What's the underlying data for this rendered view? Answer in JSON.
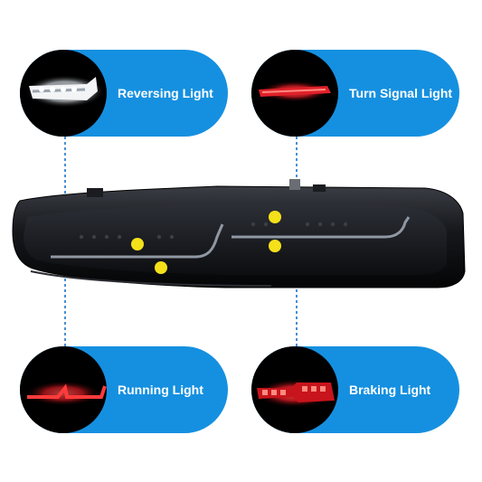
{
  "callouts": {
    "reversing": {
      "label": "Reversing Light"
    },
    "turn_signal": {
      "label": "Turn Signal Light"
    },
    "running": {
      "label": "Running Light"
    },
    "braking": {
      "label": "Braking Light"
    }
  },
  "colors": {
    "pill_blue": "#1590e0",
    "marker_yellow": "#f5e11a",
    "connector_blue": "#1e73c8",
    "lamp_red": "#e0212a",
    "lamp_white": "#f2f4f6"
  }
}
